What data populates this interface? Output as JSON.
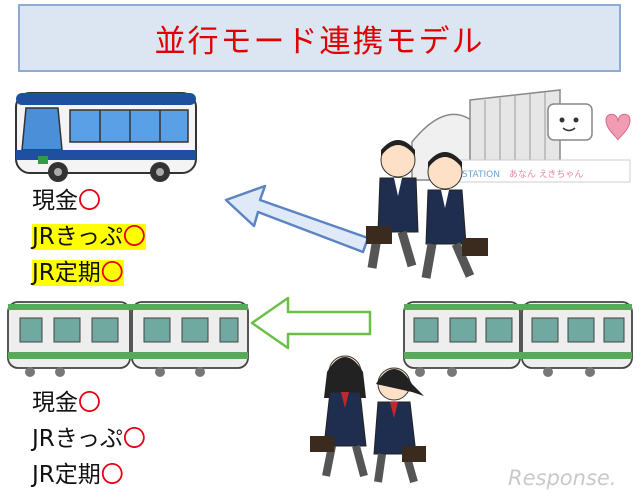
{
  "title": "並行モード連携モデル",
  "bus_fares": [
    {
      "label": "現金",
      "mark": "〇",
      "highlight": false
    },
    {
      "label": "JRきっぷ",
      "mark": "〇",
      "highlight": true
    },
    {
      "label": "JR定期",
      "mark": "〇",
      "highlight": true
    }
  ],
  "train_fares": [
    {
      "label": "現金",
      "mark": "〇",
      "highlight": false
    },
    {
      "label": "JRきっぷ",
      "mark": "〇",
      "highlight": false
    },
    {
      "label": "JR定期",
      "mark": "〇",
      "highlight": false
    }
  ],
  "station_sign": "STATION",
  "station_sign_jp": "あなん えきちゃん",
  "watermark": "Response.",
  "colors": {
    "title_text": "#e00000",
    "title_bg": "#dce6f2",
    "title_border": "#8eaad4",
    "highlight": "#ffff00",
    "mark": "#e60012",
    "arrow_bus_fill": "#dfe9f7",
    "arrow_bus_stroke": "#5b84c4",
    "arrow_train_fill": "#ffffff",
    "arrow_train_stroke": "#6abf47"
  }
}
